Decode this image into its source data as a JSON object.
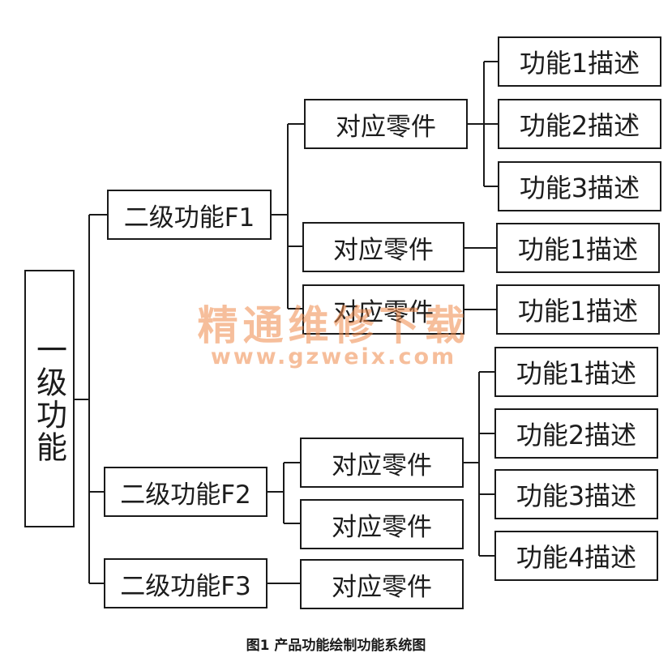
{
  "diagram": {
    "root": {
      "label": "一级功能"
    },
    "level2": [
      {
        "label": "二级功能F1"
      },
      {
        "label": "二级功能F2"
      },
      {
        "label": "二级功能F3"
      }
    ],
    "parts": [
      {
        "label": "对应零件"
      },
      {
        "label": "对应零件"
      },
      {
        "label": "对应零件"
      },
      {
        "label": "对应零件"
      },
      {
        "label": "对应零件"
      },
      {
        "label": "对应零件"
      }
    ],
    "descriptions": [
      {
        "label": "功能1描述"
      },
      {
        "label": "功能2描述"
      },
      {
        "label": "功能3描述"
      },
      {
        "label": "功能1描述"
      },
      {
        "label": "功能1描述"
      },
      {
        "label": "功能1描述"
      },
      {
        "label": "功能2描述"
      },
      {
        "label": "功能3描述"
      },
      {
        "label": "功能4描述"
      }
    ]
  },
  "watermark": {
    "text": "精通维修下载",
    "url": "www.gzweix.com"
  },
  "caption": "图1  产品功能绘制功能系统图"
}
